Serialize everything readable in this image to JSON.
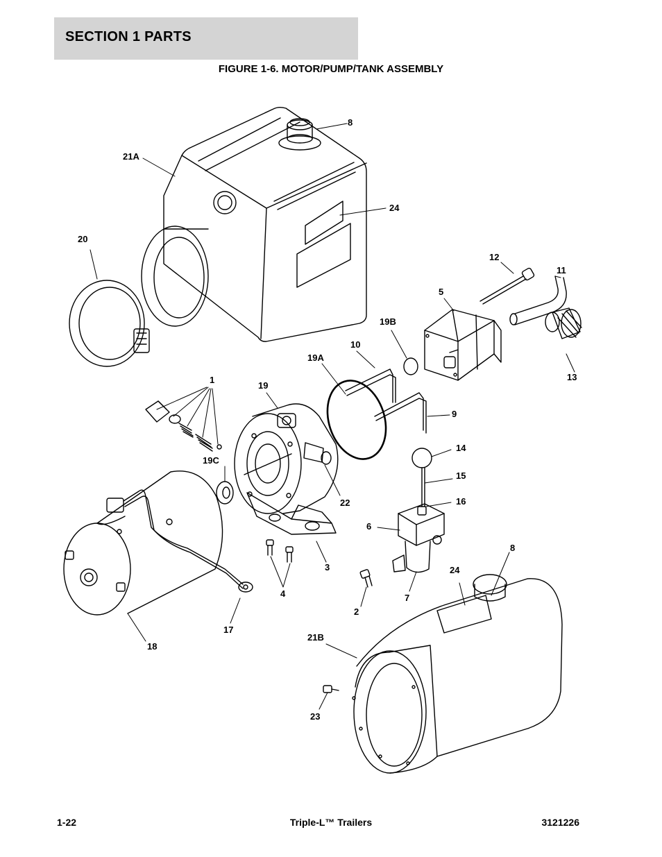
{
  "header": {
    "section_title": "SECTION 1  PARTS"
  },
  "figure": {
    "title": "FIGURE 1-6. MOTOR/PUMP/TANK ASSEMBLY",
    "callouts": [
      {
        "id": "c8a",
        "label": "8"
      },
      {
        "id": "c21a",
        "label": "21A"
      },
      {
        "id": "c24a",
        "label": "24"
      },
      {
        "id": "c20",
        "label": "20"
      },
      {
        "id": "c12",
        "label": "12"
      },
      {
        "id": "c11",
        "label": "11"
      },
      {
        "id": "c5",
        "label": "5"
      },
      {
        "id": "c19b",
        "label": "19B"
      },
      {
        "id": "c10",
        "label": "10"
      },
      {
        "id": "c19a",
        "label": "19A"
      },
      {
        "id": "c13",
        "label": "13"
      },
      {
        "id": "c1",
        "label": "1"
      },
      {
        "id": "c19",
        "label": "19"
      },
      {
        "id": "c9",
        "label": "9"
      },
      {
        "id": "c14",
        "label": "14"
      },
      {
        "id": "c15",
        "label": "15"
      },
      {
        "id": "c19c",
        "label": "19C"
      },
      {
        "id": "c16",
        "label": "16"
      },
      {
        "id": "c22",
        "label": "22"
      },
      {
        "id": "c6",
        "label": "6"
      },
      {
        "id": "c8b",
        "label": "8"
      },
      {
        "id": "c3",
        "label": "3"
      },
      {
        "id": "c24b",
        "label": "24"
      },
      {
        "id": "c4",
        "label": "4"
      },
      {
        "id": "c7",
        "label": "7"
      },
      {
        "id": "c2",
        "label": "2"
      },
      {
        "id": "c17",
        "label": "17"
      },
      {
        "id": "c18",
        "label": "18"
      },
      {
        "id": "c21b",
        "label": "21B"
      },
      {
        "id": "c23",
        "label": "23"
      }
    ]
  },
  "footer": {
    "page_number": "1-22",
    "product": "Triple-L™ Trailers",
    "doc_number": "3121226"
  }
}
